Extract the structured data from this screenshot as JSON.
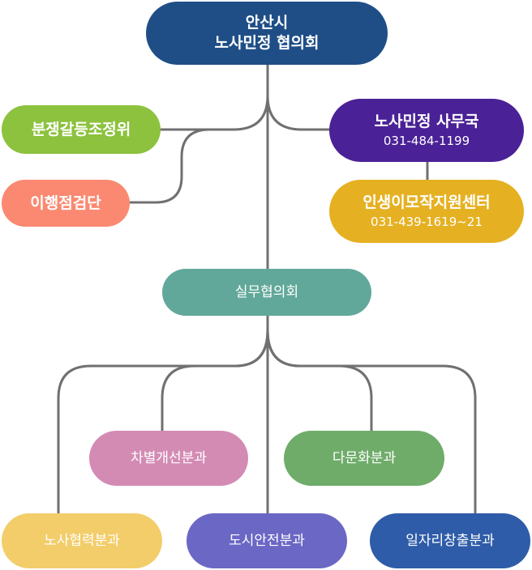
{
  "colors": {
    "line": "#707070",
    "council": "#1f4e87",
    "dispute": "#8cc23e",
    "inspection": "#fb8971",
    "secretariat": "#4a2196",
    "center": "#e5b122",
    "working": "#62a89a",
    "discrimination": "#d38bb4",
    "multicultural": "#6fac6a",
    "cooperation": "#f2cd6a",
    "safety": "#6b67c5",
    "jobs": "#2e5ca8"
  },
  "nodes": {
    "council": {
      "line1": "안산시",
      "line2": "노사민정 협의회"
    },
    "dispute": {
      "label": "분쟁갈등조정위"
    },
    "inspection": {
      "label": "이행점검단"
    },
    "secretariat": {
      "label": "노사민정 사무국",
      "phone": "031-484-1199"
    },
    "center": {
      "label": "인생이모작지원센터",
      "phone": "031-439-1619~21"
    },
    "working": {
      "label": "실무협의회"
    },
    "discrimination": {
      "label": "차별개선분과"
    },
    "multicultural": {
      "label": "다문화분과"
    },
    "cooperation": {
      "label": "노사협력분과"
    },
    "safety": {
      "label": "도시안전분과"
    },
    "jobs": {
      "label": "일자리창출분과"
    }
  }
}
